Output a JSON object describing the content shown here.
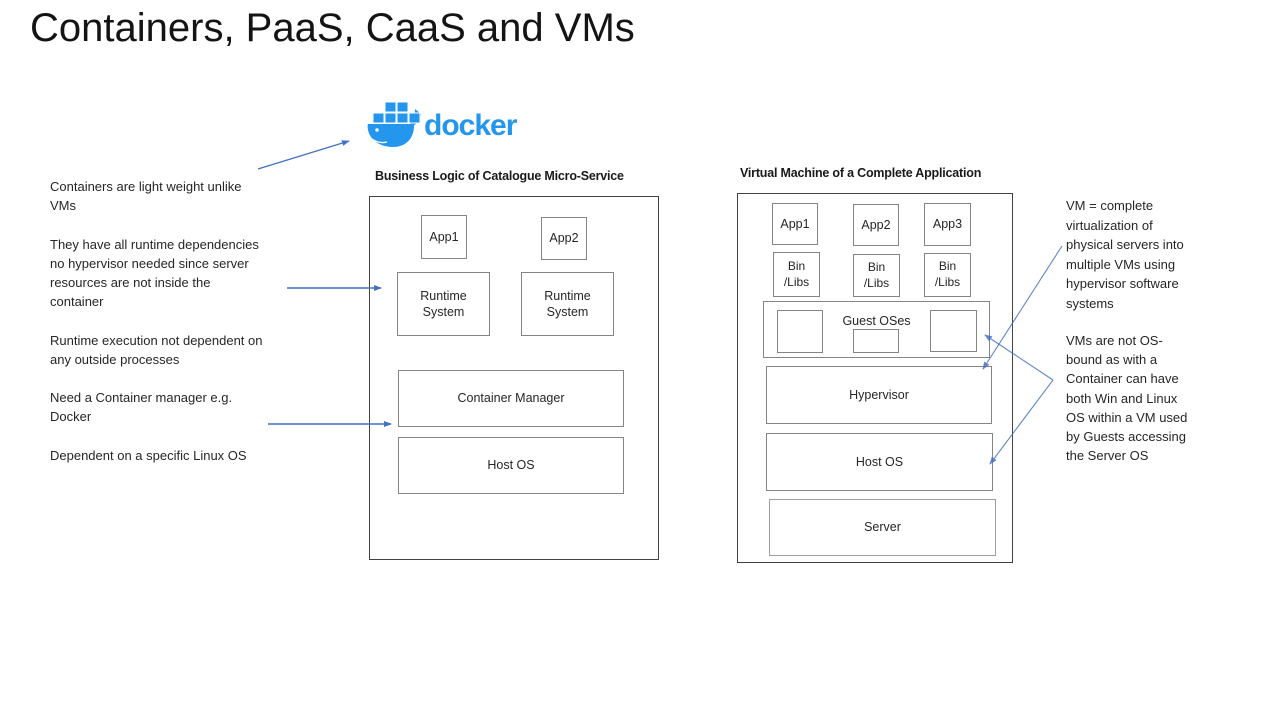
{
  "slide": {
    "title": "Containers, PaaS, CaaS and VMs"
  },
  "docker": {
    "wordmark": "docker",
    "icon": "docker-whale-icon",
    "brand_color": "#2496ED"
  },
  "left_notes": {
    "lightweight": "Containers are light weight unlike\nVMs",
    "dependencies": "They have all runtime dependencies\nno hypervisor needed since server\nresources are not inside the\ncontainer",
    "runtime": "Runtime execution not dependent on\nany outside processes",
    "manager": "Need a Container manager e.g.\nDocker",
    "linux": "Dependent on a specific Linux OS"
  },
  "right_notes": {
    "vm_definition": "VM = complete\nvirtualization of\nphysical servers into\nmultiple VMs using\nhypervisor software\nsystems",
    "vm_os": "VMs are not OS-\nbound as with a\nContainer can have\nboth Win and Linux\nOS within a VM used\nby Guests accessing\nthe Server OS"
  },
  "container_diagram": {
    "heading": "Business Logic of Catalogue Micro-Service",
    "app1": "App1",
    "app2": "App2",
    "runtime1": "Runtime\nSystem",
    "runtime2": "Runtime\nSystem",
    "container_manager": "Container Manager",
    "host_os": "Host OS"
  },
  "vm_diagram": {
    "heading": "Virtual Machine of a Complete Application",
    "app1": "App1",
    "app2": "App2",
    "app3": "App3",
    "binlibs1": "Bin\n/Libs",
    "binlibs2": "Bin\n/Libs",
    "binlibs3": "Bin\n/Libs",
    "guest_oses": "Guest OSes",
    "hypervisor": "Hypervisor",
    "host_os": "Host OS",
    "server": "Server"
  },
  "colors": {
    "arrow_blue": "#4472C4",
    "outer_border": "#424242",
    "inner_border": "#848484"
  }
}
